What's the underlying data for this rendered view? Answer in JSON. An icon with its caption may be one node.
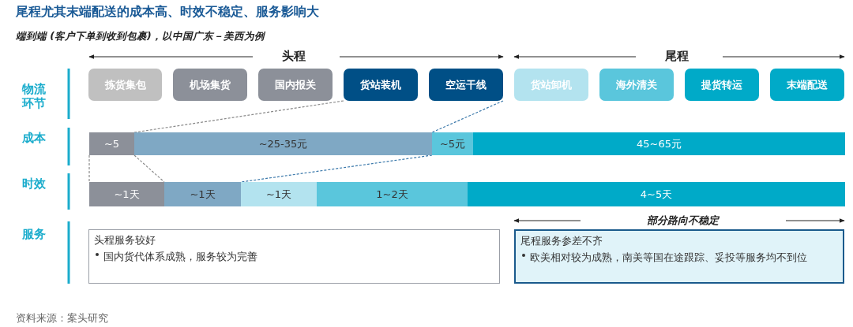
{
  "diagram": {
    "title": "尾程尤其末端配送的成本高、时效不稳定、服务影响大",
    "nodes": [
      {
        "text": [
          "拣货集包"
        ]
      },
      {
        "text": [
          "机场集货"
        ]
      },
      {
        "text": [
          "国内报关"
        ]
      },
      {
        "text": [
          "货站装机"
        ]
      },
      {
        "text": [
          "空运干线"
        ]
      },
      {
        "text": [
          "货站卸机"
        ]
      },
      {
        "text": [
          "海外清关"
        ]
      },
      {
        "text": [
          "提货转运"
        ]
      },
      {
        "text": [
          "末端配送"
        ]
      },
      {
        "text": [
          "~5"
        ]
      },
      {
        "text": [
          "~25-35元"
        ]
      },
      {
        "text": [
          "~5元"
        ]
      },
      {
        "text": [
          "45~65元"
        ]
      },
      {
        "text": [
          "~1天"
        ]
      },
      {
        "text": [
          "~1天"
        ]
      },
      {
        "text": [
          "~1天"
        ]
      },
      {
        "text": [
          "1~2天"
        ]
      },
      {
        "text": [
          "4~5天"
        ]
      },
      {
        "text": [
          "头程服务较好",
          "国内货代体系成熟，服务较为完善"
        ]
      },
      {
        "text": [
          "尾程服务参差不齐",
          "欧美相对较为成熟，南美等国在途跟踪、妥投等服务均不到位"
        ]
      }
    ],
    "edges": [
      {
        "from": 3,
        "to": 10,
        "arrow": "none",
        "style": "dashed"
      },
      {
        "from": 4,
        "to": 11,
        "arrow": "none",
        "style": "dashed",
        "color": "#3a78aa"
      },
      {
        "from": 9,
        "to": 13,
        "arrow": "none",
        "style": "dashed"
      },
      {
        "from": 10,
        "to": 14,
        "arrow": "none",
        "style": "dashed"
      },
      {
        "from": 11,
        "to": 15,
        "arrow": "none",
        "style": "dashed",
        "color": "#3a78aa"
      }
    ],
    "labels": [
      "端到端 (客户下单到收到包裹)，以中国广东－美西为例",
      "头程",
      "尾程",
      "物流环节",
      "成本",
      "时效",
      "服务",
      "部分路向不稳定",
      "资料来源：案头研究"
    ]
  }
}
